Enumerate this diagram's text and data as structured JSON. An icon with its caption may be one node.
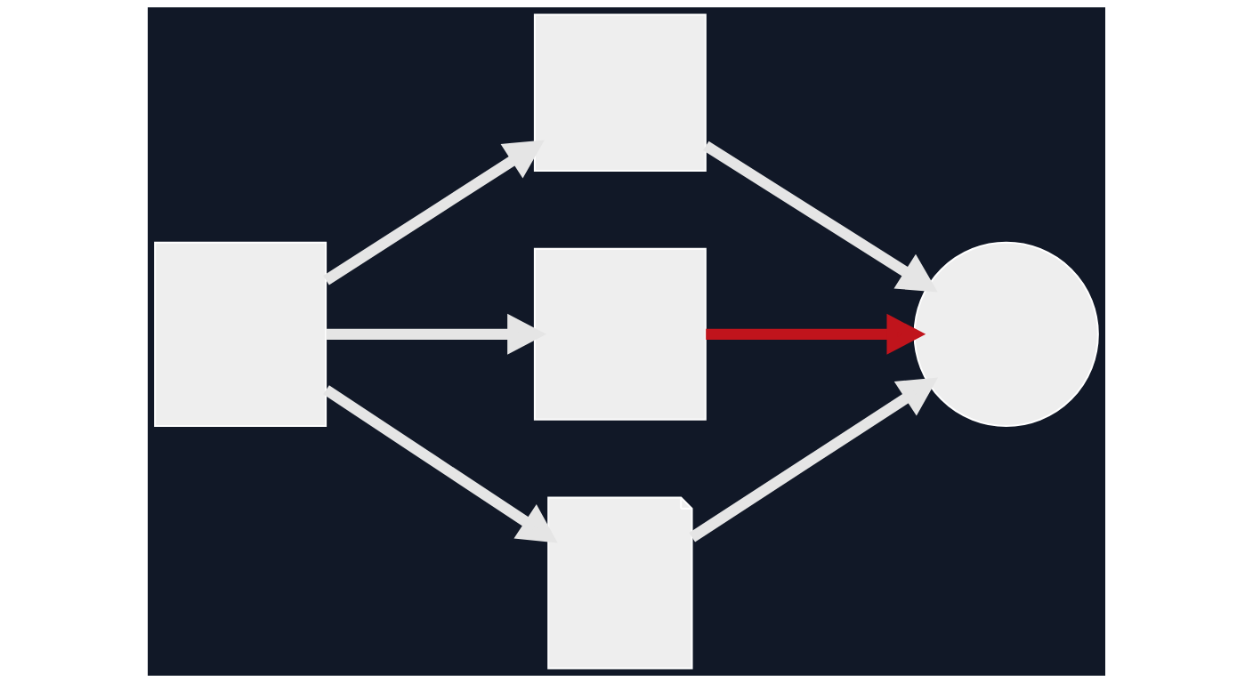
{
  "diagram": {
    "nodes": [
      {
        "text": [],
        "shape": "box"
      },
      {
        "text": [],
        "shape": "box"
      },
      {
        "text": [],
        "shape": "box"
      },
      {
        "text": [],
        "shape": "document"
      },
      {
        "text": [],
        "shape": "circle"
      }
    ],
    "edges": [
      {
        "from": 0,
        "to": 1,
        "arrow": "to"
      },
      {
        "from": 0,
        "to": 2,
        "arrow": "to"
      },
      {
        "from": 0,
        "to": 3,
        "arrow": "to"
      },
      {
        "from": 1,
        "to": 4,
        "arrow": "to"
      },
      {
        "from": 2,
        "to": 4,
        "arrow": "to",
        "color": "#c0141c"
      },
      {
        "from": 3,
        "to": 4,
        "arrow": "to"
      }
    ]
  }
}
